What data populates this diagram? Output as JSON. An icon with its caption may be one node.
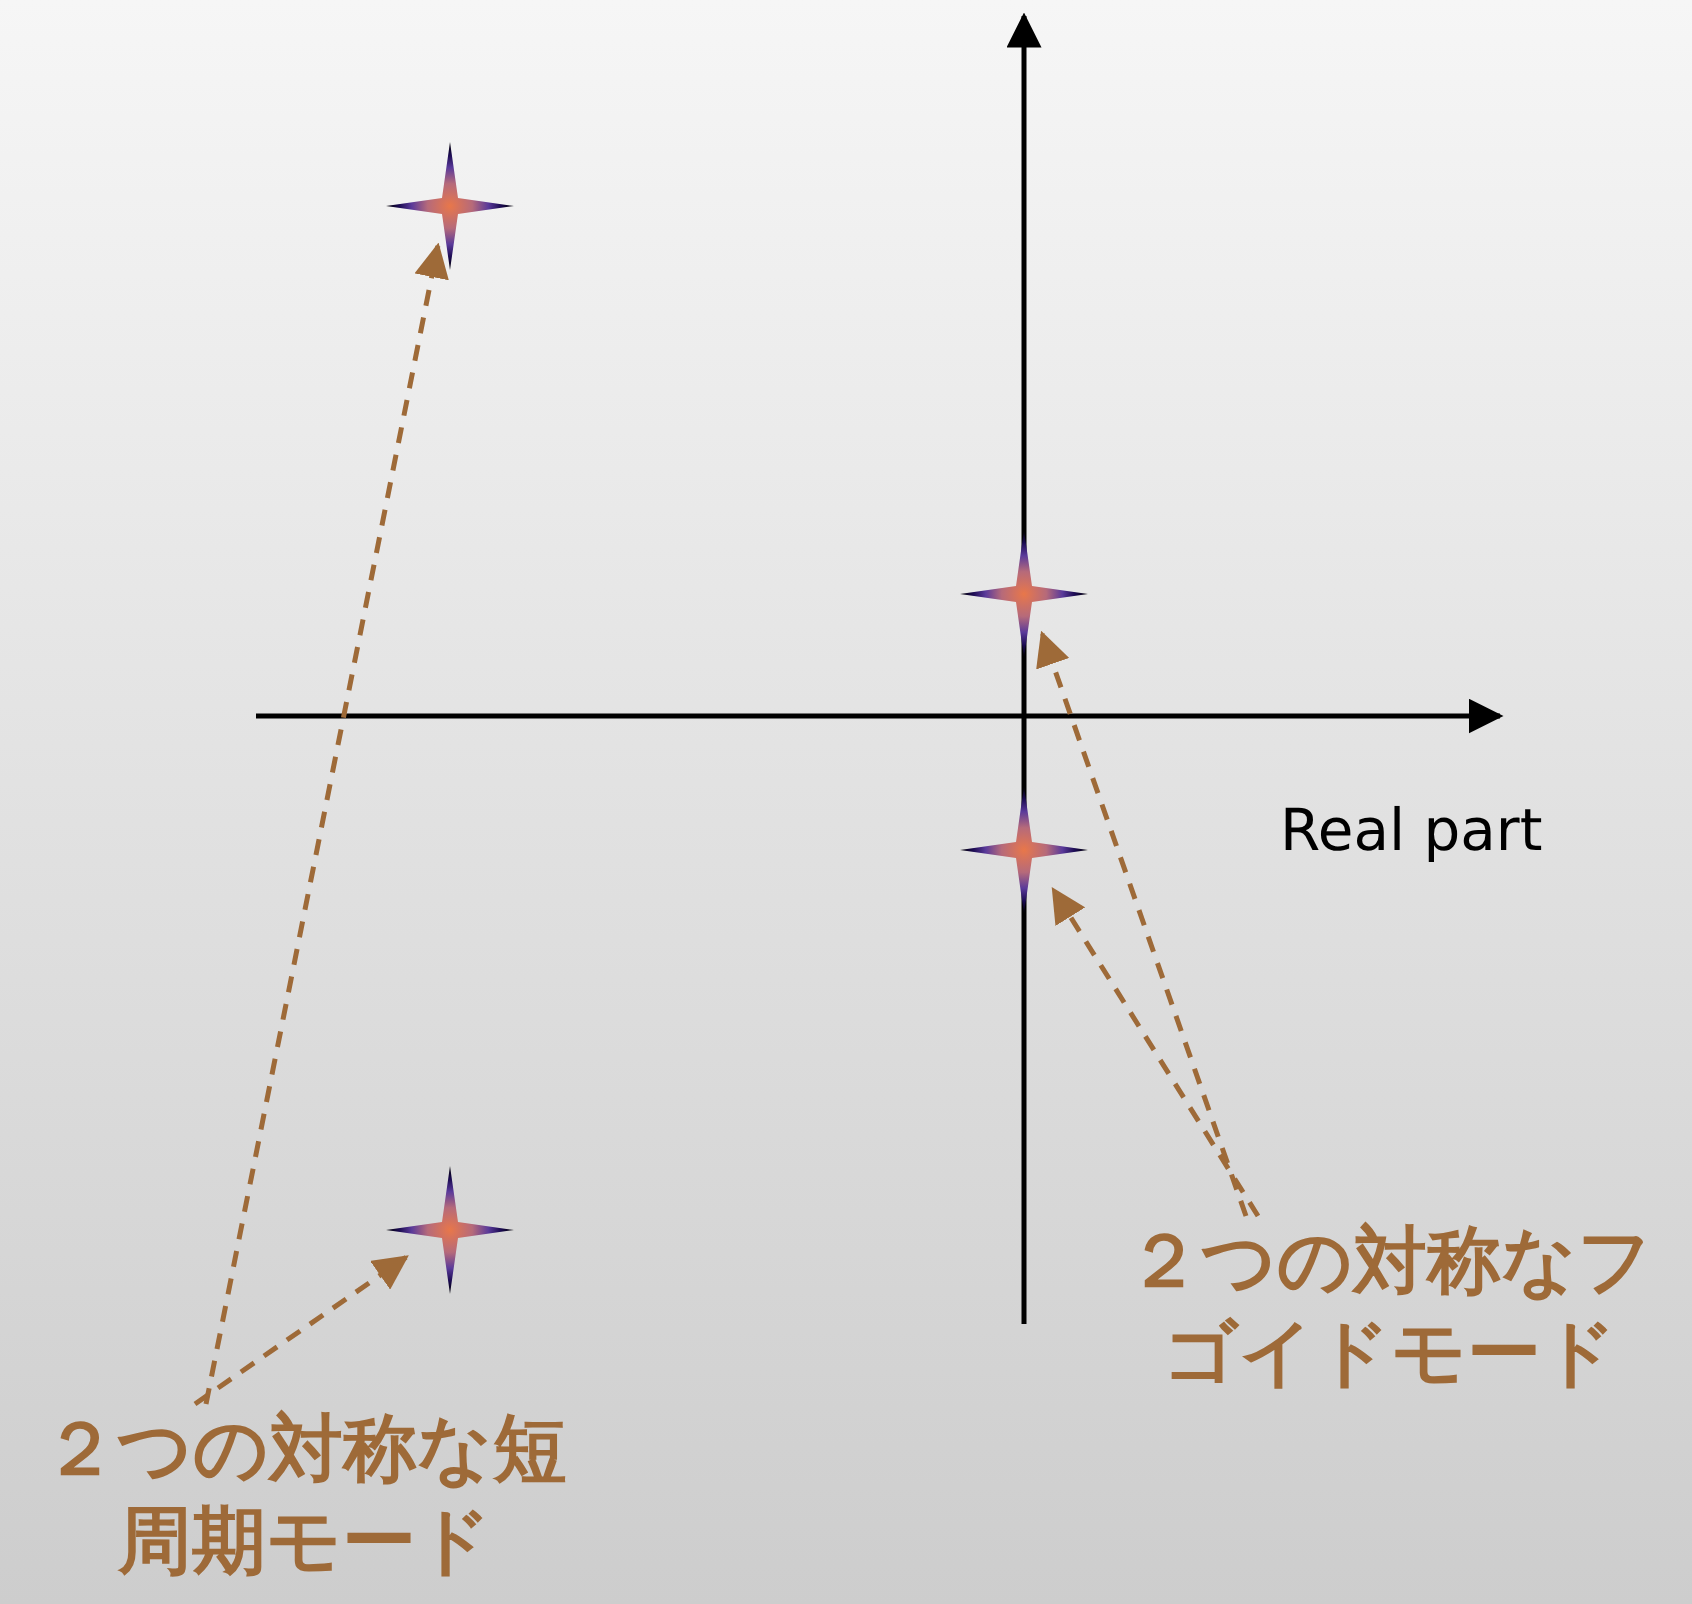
{
  "diagram": {
    "nodes": [
      {
        "text": [
          "２つの対称な短周期モード"
        ]
      },
      {
        "text": [
          "２つの対称なフゴイドモード"
        ]
      },
      {
        "text": [],
        "shape": "star"
      },
      {
        "text": [],
        "shape": "star"
      },
      {
        "text": [],
        "shape": "star"
      },
      {
        "text": [],
        "shape": "star"
      }
    ],
    "edges": [
      {
        "from": 0,
        "to": 2,
        "arrow": "to",
        "style": "dashed"
      },
      {
        "from": 0,
        "to": 5,
        "arrow": "to",
        "style": "dashed"
      },
      {
        "from": 1,
        "to": 3,
        "arrow": "to",
        "style": "dashed"
      },
      {
        "from": 1,
        "to": 4,
        "arrow": "to",
        "style": "dashed"
      }
    ],
    "labels": [
      "Real part"
    ]
  }
}
